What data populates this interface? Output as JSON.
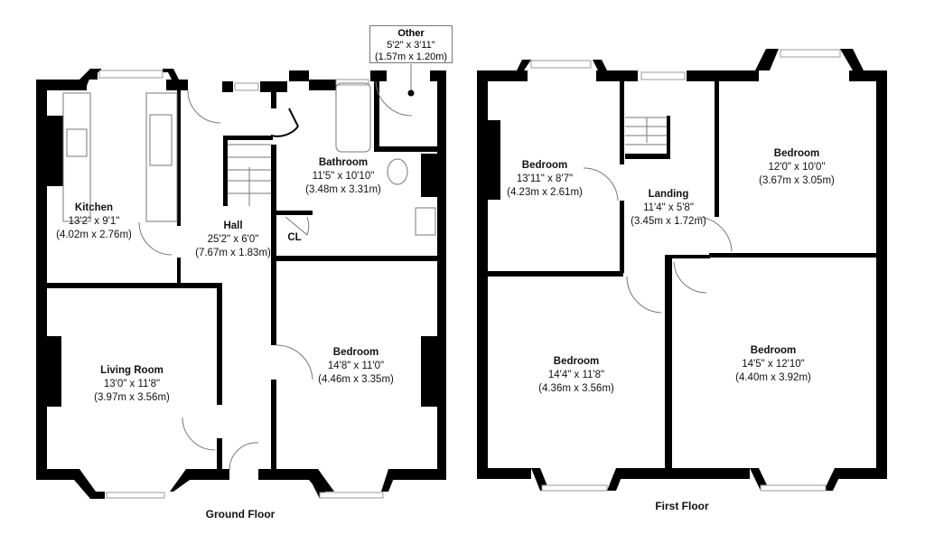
{
  "floors": [
    {
      "title": "Ground Floor",
      "rooms": [
        {
          "name": "Kitchen",
          "imperial": "13'2\" x 9'1\"",
          "metric": "(4.02m x 2.76m)"
        },
        {
          "name": "Hall",
          "imperial": "25'2\" x 6'0\"",
          "metric": "(7.67m x 1.83m)"
        },
        {
          "name": "Bathroom",
          "imperial": "11'5\" x 10'10\"",
          "metric": "(3.48m x 3.31m)"
        },
        {
          "name": "CL"
        },
        {
          "name": "Other",
          "imperial": "5'2\" x 3'11\"",
          "metric": "(1.57m x 1.20m)"
        },
        {
          "name": "Living Room",
          "imperial": "13'0\" x 11'8\"",
          "metric": "(3.97m x 3.56m)"
        },
        {
          "name": "Bedroom",
          "imperial": "14'8\" x 11'0\"",
          "metric": "(4.46m x 3.35m)"
        }
      ]
    },
    {
      "title": "First Floor",
      "rooms": [
        {
          "name": "Bedroom",
          "imperial": "13'11\" x 8'7\"",
          "metric": "(4.23m x 2.61m)"
        },
        {
          "name": "Landing",
          "imperial": "11'4\" x 5'8\"",
          "metric": "(3.45m x 1.72m)"
        },
        {
          "name": "Bedroom",
          "imperial": "12'0\" x 10'0\"",
          "metric": "(3.67m x 3.05m)"
        },
        {
          "name": "Bedroom",
          "imperial": "14'4\" x 11'8\"",
          "metric": "(4.36m x 3.56m)"
        },
        {
          "name": "Bedroom",
          "imperial": "14'5\" x 12'10\"",
          "metric": "(4.40m x 3.92m)"
        }
      ]
    }
  ],
  "colors": {
    "wall": "#000000",
    "fixture": "#888888",
    "background": "#ffffff"
  }
}
